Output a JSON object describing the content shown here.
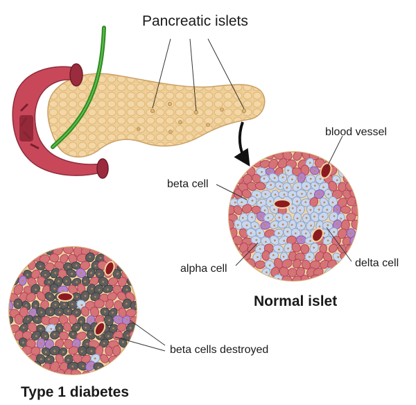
{
  "labels": {
    "pancreatic_islets": "Pancreatic islets",
    "blood_vessel": "blood vessel",
    "beta_cell": "beta cell",
    "alpha_cell": "alpha cell",
    "delta_cell": "delta cell",
    "normal_islet": "Normal islet",
    "beta_cells_destroyed": "beta cells destroyed",
    "type1_diabetes": "Type 1 diabetes"
  },
  "colors": {
    "duodenum": "#c8485a",
    "duodenum_inner": "#9a2c3e",
    "pancreas": "#efcf98",
    "pancreas_lobule": "#e3b878",
    "bile_duct": "#3a9a2a",
    "islet_matrix": "#f3d6a2",
    "beta_cell": "#c9d7ee",
    "alpha_cell": "#d9707a",
    "delta_cell": "#b483c8",
    "dead_cell": "#5e5e5e",
    "blood_vessel": "#8c1a20"
  }
}
